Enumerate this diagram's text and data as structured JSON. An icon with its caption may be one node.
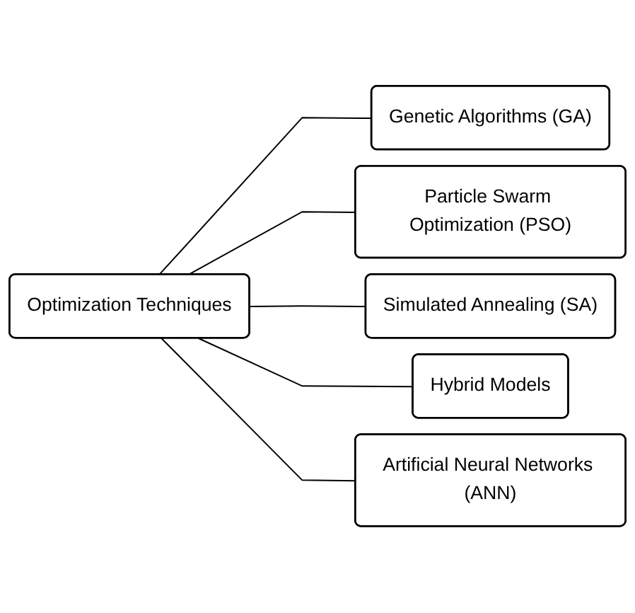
{
  "diagram": {
    "nodes": [
      {
        "text": [
          "Optimization Techniques"
        ]
      },
      {
        "text": [
          "Genetic Algorithms (GA)"
        ]
      },
      {
        "text": [
          "Particle Swarm Optimization (PSO)"
        ]
      },
      {
        "text": [
          "Simulated Annealing (SA)"
        ]
      },
      {
        "text": [
          "Hybrid Models"
        ]
      },
      {
        "text": [
          "Artificial Neural Networks (ANN)"
        ]
      }
    ],
    "edges": [
      {
        "from": 0,
        "to": 1,
        "arrow": "none"
      },
      {
        "from": 0,
        "to": 2,
        "arrow": "none"
      },
      {
        "from": 0,
        "to": 3,
        "arrow": "none"
      },
      {
        "from": 0,
        "to": 4,
        "arrow": "none"
      },
      {
        "from": 0,
        "to": 5,
        "arrow": "none"
      }
    ]
  }
}
